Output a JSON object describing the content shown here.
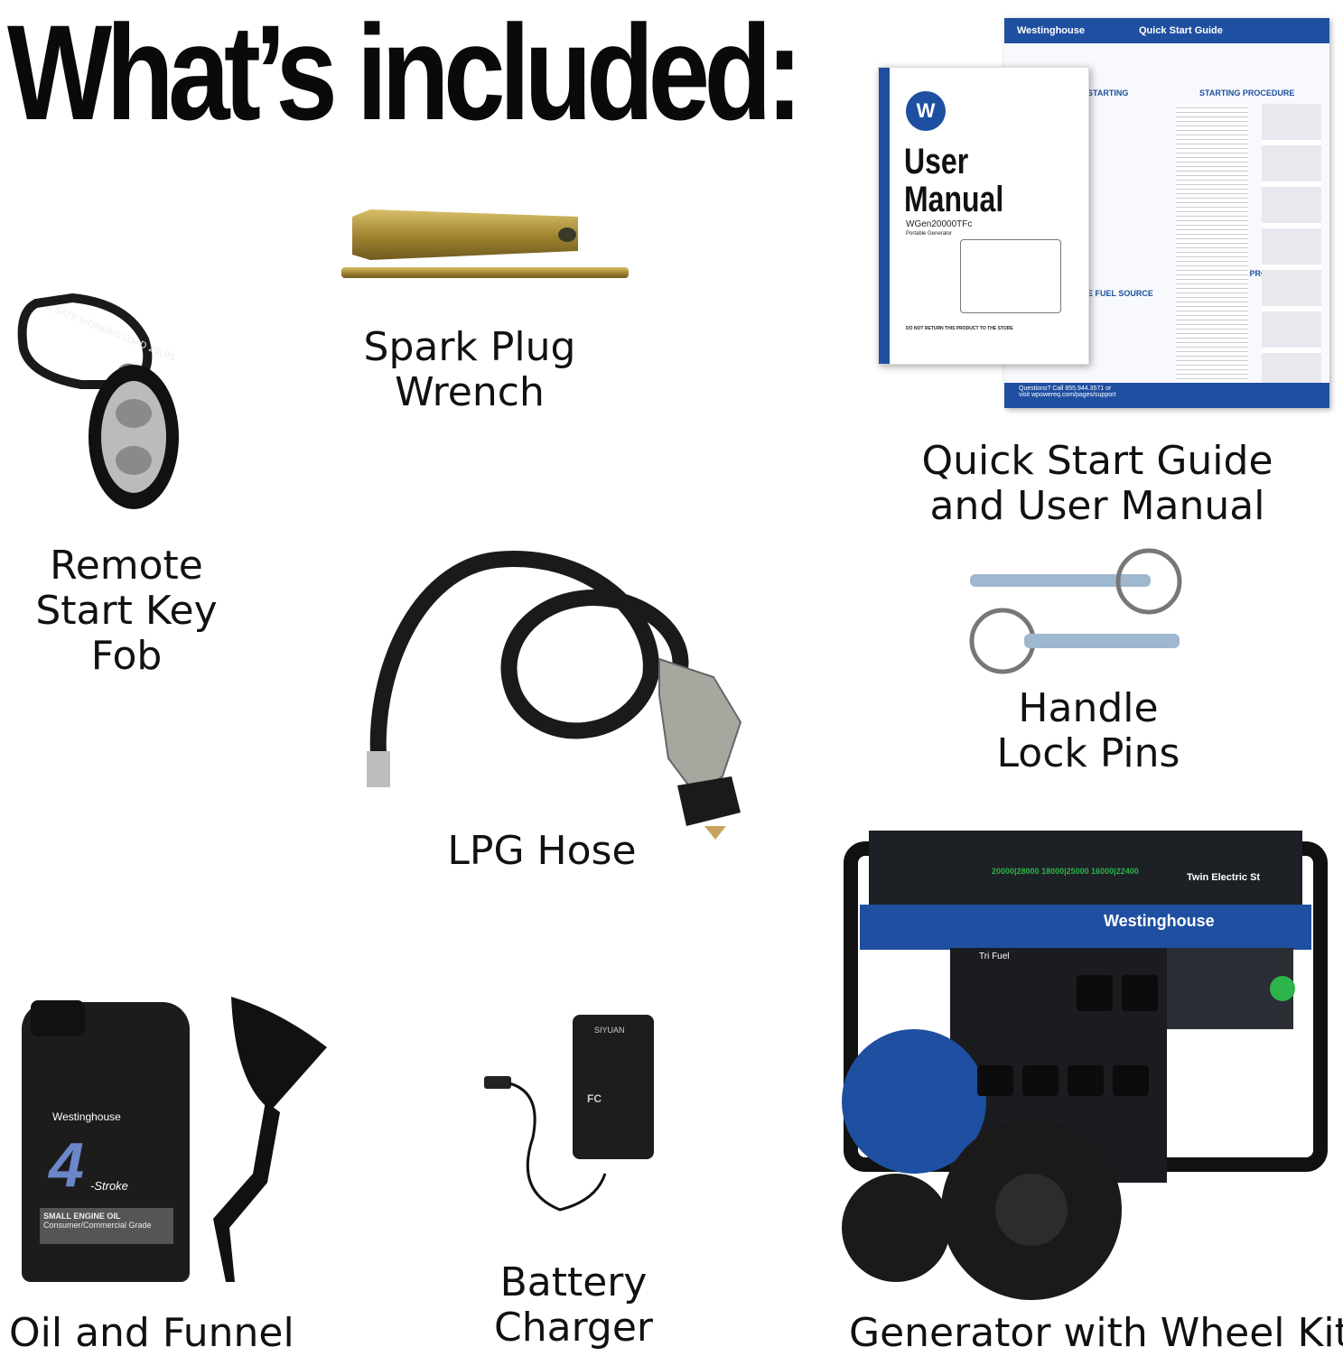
{
  "title": "What’s included:",
  "items": {
    "spark_plug_wrench": {
      "line1": "Spark Plug",
      "line2": "Wrench"
    },
    "quick_start": {
      "line1": "Quick Start Guide",
      "line2": "and User Manual"
    },
    "remote": {
      "line1": "Remote",
      "line2": "Start Key",
      "line3": "Fob"
    },
    "lpg_hose": {
      "line1": "LPG Hose"
    },
    "handle_pins": {
      "line1": "Handle",
      "line2": "Lock Pins"
    },
    "oil_funnel": {
      "line1": "Oil and Funnel"
    },
    "battery_charger": {
      "line1": "Battery",
      "line2": "Charger"
    },
    "generator": {
      "line1": "Generator with Wheel Kit"
    }
  },
  "manual": {
    "brand": "Westinghouse",
    "qs_title": "Quick Start Guide",
    "user": "User",
    "manual": "Manual",
    "model": "WGen20000TFc",
    "subtitle": "Portable Generator",
    "starting": "STARTING",
    "starting_procedure": "STARTING PROCEDURE",
    "shutdown_procedure": "SHUTDOWN PROCEDURE",
    "fuel_source": "E FUEL SOURCE",
    "do_not_return": "DO NOT RETURN THIS PRODUCT TO THE STORE",
    "questions": "Questions? Call 855.944.3571 or",
    "visit": "visit wpowereq.com/pages/support"
  },
  "keyfob": {
    "lanyard_text": "SAFE WORKING LOAD 20LBS"
  },
  "oil": {
    "brand": "Westinghouse",
    "four": "4",
    "stroke": "-Stroke",
    "name": "SMALL ENGINE OIL",
    "grade": "Consumer/Commercial Grade"
  },
  "charger": {
    "brand": "SIYUAN",
    "fc": "FC"
  },
  "generator_panel": {
    "brand": "Westinghouse",
    "trifuel": "Tri Fuel",
    "twin": "Twin Electric St",
    "watts": "20000|28000  18000|25000  16000|22400"
  },
  "colors": {
    "blue": "#1f4fa0",
    "black": "#1a1a1a",
    "brass": "#b89a3c",
    "steel": "#9fb7cf"
  }
}
